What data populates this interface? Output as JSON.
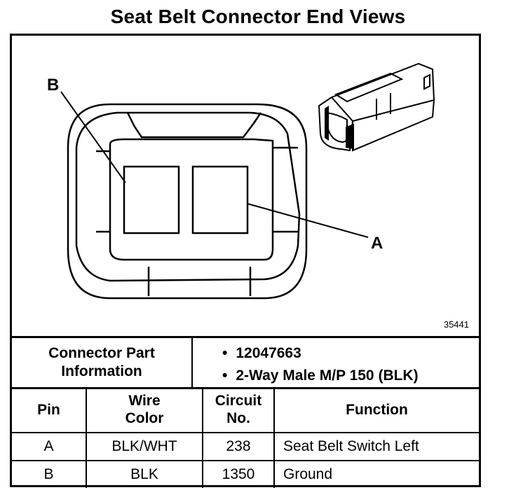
{
  "title": "Seat Belt Connector End Views",
  "diagram": {
    "label_b": "B",
    "label_a": "A",
    "figure_number": "35441"
  },
  "connector_part_info": {
    "label_line1": "Connector Part",
    "label_line2": "Information",
    "items": [
      "12047663",
      "2-Way Male M/P 150 (BLK)"
    ]
  },
  "pin_table": {
    "headers": {
      "pin": "Pin",
      "wire_line1": "Wire",
      "wire_line2": "Color",
      "circuit_line1": "Circuit",
      "circuit_line2": "No.",
      "function": "Function"
    },
    "rows": [
      {
        "pin": "A",
        "wire_color": "BLK/WHT",
        "circuit": "238",
        "function": "Seat Belt Switch Left"
      },
      {
        "pin": "B",
        "wire_color": "BLK",
        "circuit": "1350",
        "function": "Ground"
      }
    ]
  }
}
